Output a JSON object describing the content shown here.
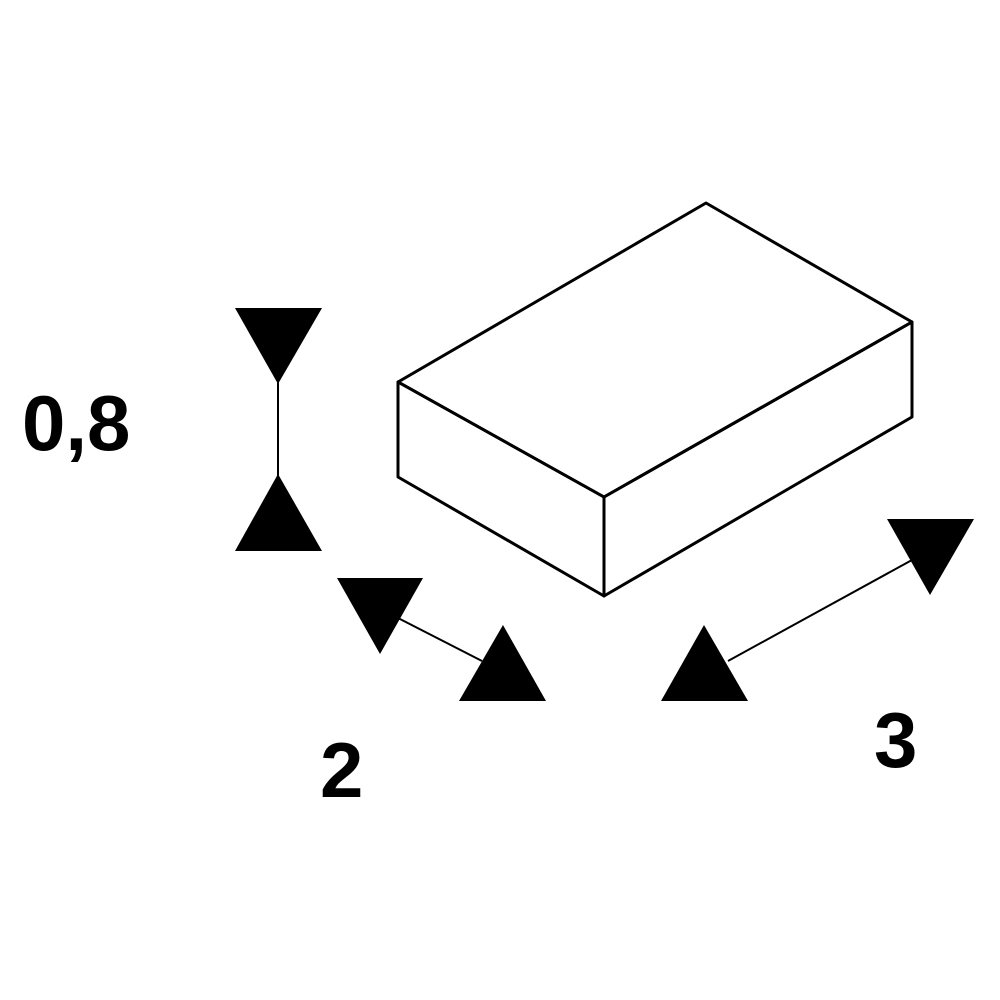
{
  "dimensions": {
    "height_label": "0,8",
    "width_label": "2",
    "length_label": "3"
  },
  "colors": {
    "stroke": "#000000",
    "background": "#ffffff"
  }
}
